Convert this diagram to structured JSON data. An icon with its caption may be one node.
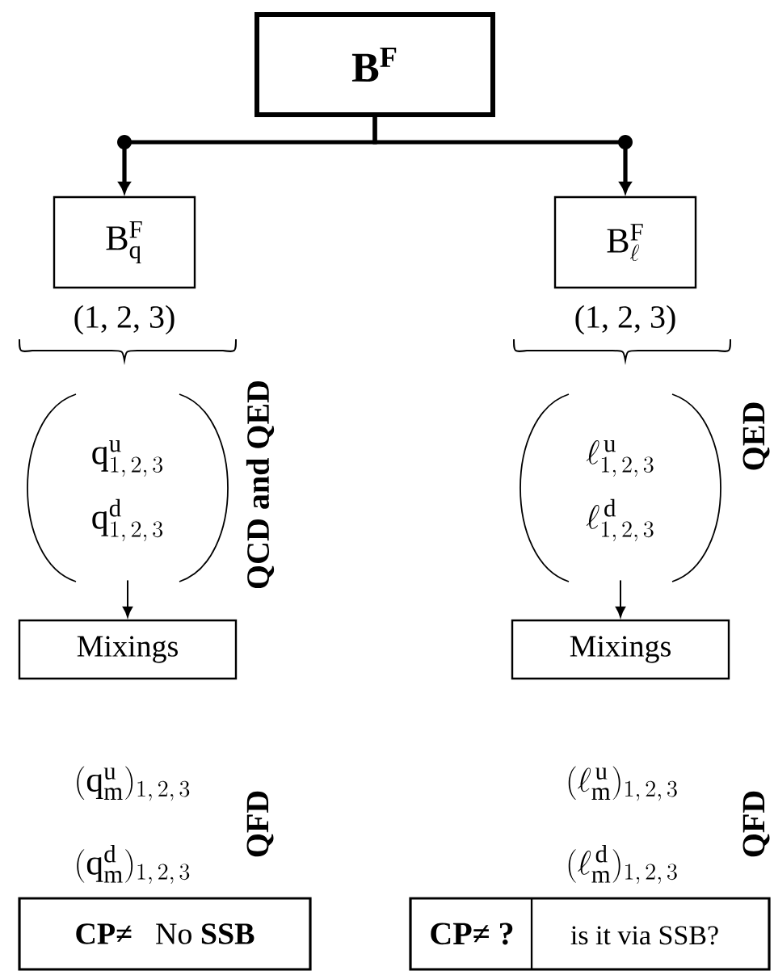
{
  "diagram": {
    "nodes": [
      {
        "text": [
          "\\mathbf{B}^{\\mathbf{F}}"
        ]
      },
      {
        "text": [
          "\\mathrm{B}^{\\mathrm{F}}_{\\mathrm{q}}"
        ]
      },
      {
        "text": [
          "\\mathrm{B}^{\\mathrm{F}}_{\\ell}"
        ]
      },
      {
        "text": [
          "\\mathrm{q}^{\\mathrm{u}}_{1,\\,2,\\,3}",
          "\\mathrm{q}^{\\mathrm{d}}_{1,\\,2,\\,3}"
        ]
      },
      {
        "text": [
          "\\ell^{\\,\\mathrm{u}}_{1,\\,2,\\,3}",
          "\\ell^{\\,\\mathrm{d}}_{1,\\,2,\\,3}"
        ]
      },
      {
        "text": [
          "Mixings"
        ]
      },
      {
        "text": [
          "Mixings"
        ]
      },
      {
        "text": [
          "CP≠",
          "No **SSB**"
        ]
      },
      {
        "text": [
          "CP≠ ?",
          "is it via SSB?"
        ]
      }
    ],
    "edges": [
      {
        "from": 0,
        "to": 1,
        "arrow": "to",
        "style": "thick"
      },
      {
        "from": 0,
        "to": 2,
        "arrow": "to",
        "style": "thick"
      },
      {
        "from": 3,
        "to": 5,
        "arrow": "to"
      },
      {
        "from": 4,
        "to": 6,
        "arrow": "to"
      }
    ],
    "labels": [
      "(1, 2, 3)",
      "(1, 2, 3)",
      "QCD and QED",
      "QED",
      "(\\mathrm{q}^{\\mathrm{u}}_{\\mathrm{m}})_{1,\\,2,\\,3}",
      "(\\mathrm{q}^{\\mathrm{d}}_{\\mathrm{m}})_{1,\\,2,\\,3}",
      "QFD",
      "(\\ell^{\\,\\mathrm{u}}_{\\mathrm{m}})_{1,\\,2,\\,3}",
      "(\\ell^{\\,\\mathrm{d}}_{\\mathrm{m}})_{1,\\,2,\\,3}",
      "QFD"
    ]
  }
}
